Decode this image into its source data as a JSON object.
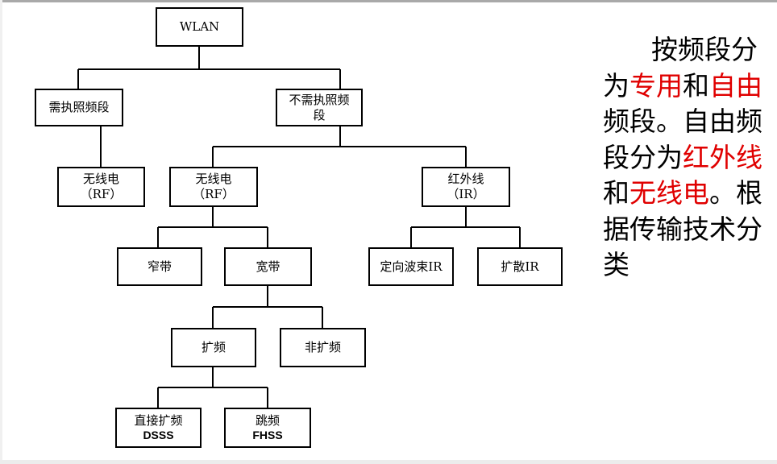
{
  "diagram": {
    "nodes": {
      "wlan": {
        "lines": [
          "WLAN"
        ]
      },
      "licensed": {
        "lines": [
          "需执照频段"
        ]
      },
      "unlicensed": {
        "lines": [
          "不需执照频",
          "段"
        ]
      },
      "rf_licensed": {
        "lines": [
          "无线电",
          "（RF）"
        ]
      },
      "rf": {
        "lines": [
          "无线电",
          "（RF）"
        ]
      },
      "ir": {
        "lines": [
          "红外线",
          "（IR）"
        ]
      },
      "narrowband": {
        "lines": [
          "窄带"
        ]
      },
      "wideband": {
        "lines": [
          "宽带"
        ]
      },
      "directed_ir": {
        "lines": [
          "定向波束IR"
        ]
      },
      "diffuse_ir": {
        "lines": [
          "扩散IR"
        ]
      },
      "spread": {
        "lines": [
          "扩频"
        ]
      },
      "non_spread": {
        "lines": [
          "非扩频"
        ]
      },
      "dsss": {
        "lines": [
          "直接扩频",
          "DSSS"
        ]
      },
      "fhss": {
        "lines": [
          "跳频",
          "FHSS"
        ]
      }
    }
  },
  "description": [
    {
      "text": "按频段",
      "color": "#000000"
    },
    {
      "text": "分为",
      "color": "#000000"
    },
    {
      "text": "专用",
      "color": "#e00000"
    },
    {
      "text": "和",
      "color": "#000000"
    },
    {
      "text": "自由",
      "color": "#e00000"
    },
    {
      "text": "频段。自由频段分为",
      "color": "#000000"
    },
    {
      "text": "红外线",
      "color": "#e00000"
    },
    {
      "text": "和",
      "color": "#000000"
    },
    {
      "text": "无线电",
      "color": "#e00000"
    },
    {
      "text": "。根据传输技术分类",
      "color": "#000000"
    }
  ]
}
